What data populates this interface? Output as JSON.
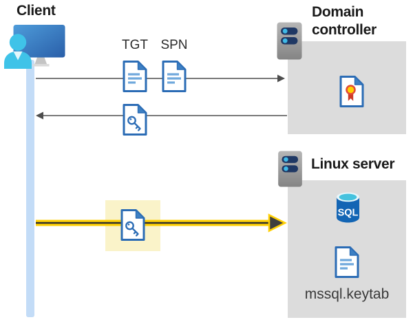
{
  "client": {
    "label": "Client"
  },
  "domain_controller": {
    "name_line1": "Domain",
    "name_line2": "controller"
  },
  "linux_server": {
    "name": "Linux server",
    "keytab_file": "mssql.keytab"
  },
  "tickets": {
    "tgt": "TGT",
    "spn": "SPN"
  },
  "sql_icon_text": "SQL",
  "icons": {
    "client": "user-at-computer-icon",
    "domain_controller": "server-icon",
    "linux_server": "server-icon",
    "tgt": "document-icon",
    "spn": "document-icon",
    "service_ticket": "key-document-icon",
    "highlighted_ticket": "key-document-icon",
    "certificate": "certificate-document-icon",
    "database": "sql-database-icon",
    "keytab": "document-icon"
  },
  "colors": {
    "doc_border_blue": "#2B6CB5",
    "doc_line_blue": "#6FA8DC",
    "person_cyan": "#3FC3E8",
    "box_gray": "#DCDCDC",
    "highlight_yellow": "#FAF3C9",
    "arrow_yellow": "#FFD005",
    "arrow_gray": "#4D4D4D",
    "sql_blue": "#1365B4",
    "server_pill_navy": "#1F3864",
    "lifeline_blue": "#C3DCF7"
  }
}
